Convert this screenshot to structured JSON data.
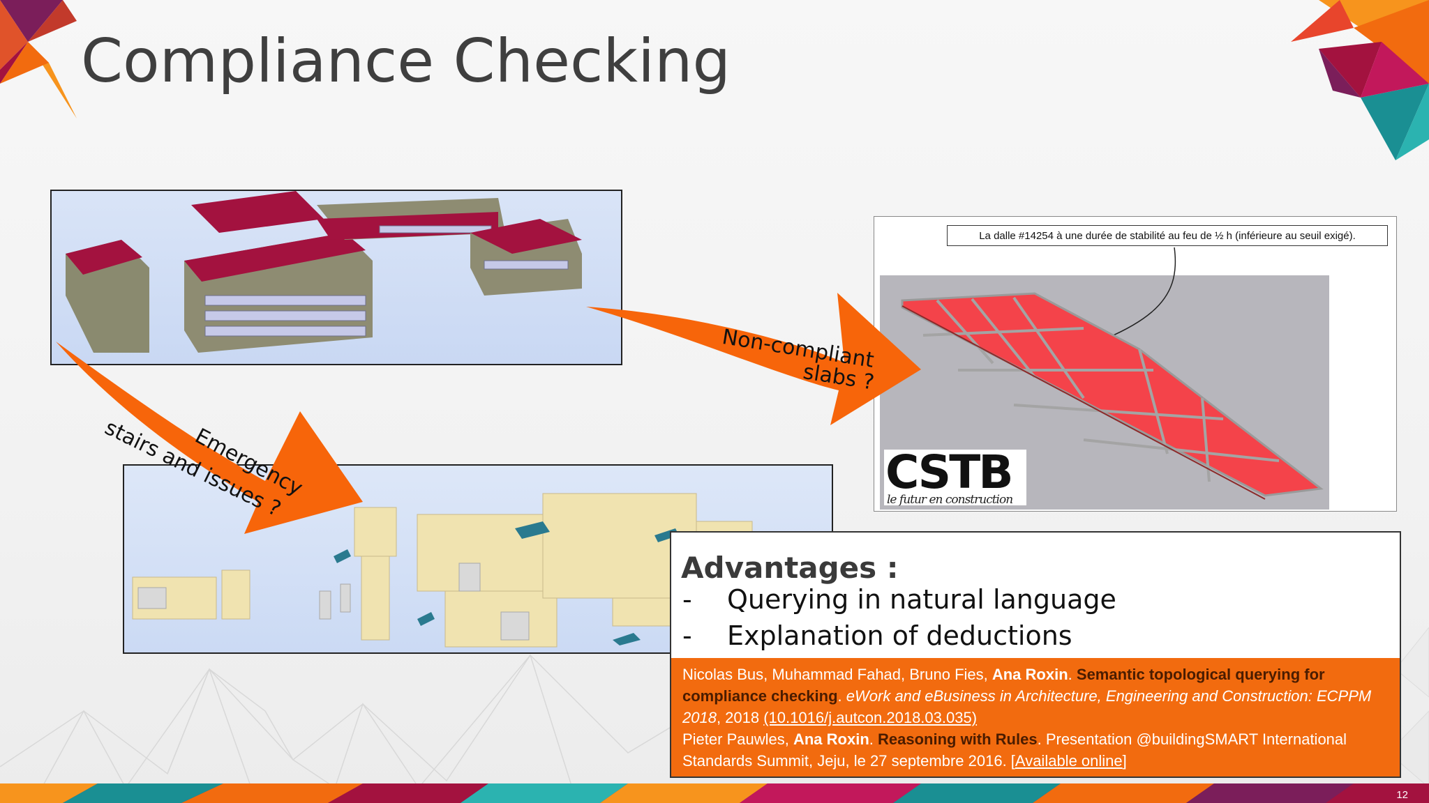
{
  "slide": {
    "title": "Compliance Checking",
    "page_number": "12"
  },
  "arrows": {
    "slabs_label_line1": "Non-compliant",
    "slabs_label_line2": "slabs ?",
    "stairs_label_line1": "Emergency",
    "stairs_label_line2": "stairs and issues ?"
  },
  "slab_view": {
    "caption": "La dalle #14254 à une durée de stabilité au feu de ½ h (inférieure au seuil exigé).",
    "logo_word": "CSTB",
    "logo_tagline": "le futur en construction"
  },
  "advantages": {
    "title": "Advantages :",
    "items": [
      {
        "dash": "-",
        "text": "Querying in natural language"
      },
      {
        "dash": "-",
        "text": "Explanation of deductions"
      }
    ]
  },
  "references": {
    "ref1_authors": "Nicolas Bus, Muhammad Fahad, Bruno Fies, ",
    "ref1_bold_author": "Ana Roxin",
    "ref1_sep": ". ",
    "ref1_title": "Semantic topological querying for compliance checking",
    "ref1_sep2": ". ",
    "ref1_venue": "eWork and eBusiness in Architecture, Engineering and Construction: ECPPM 2018",
    "ref1_year": ", 2018 ",
    "ref1_doi": "(10.1016/j.autcon.2018.03.035)",
    "ref2_authors": "Pieter Pauwles, ",
    "ref2_bold_author": "Ana Roxin",
    "ref2_sep": ". ",
    "ref2_title": "Reasoning with Rules",
    "ref2_rest": ". Presentation @buildingSMART International Standards Summit, Jeju, le 27 septembre 2016. [",
    "ref2_link": "Available online",
    "ref2_end": "]"
  },
  "colors": {
    "accent_orange": "#f26b0f",
    "arrow_orange": "#f7650a",
    "roof_red": "#a3123f",
    "slab_red": "#f4434a",
    "title_gray": "#3f3f3f"
  }
}
